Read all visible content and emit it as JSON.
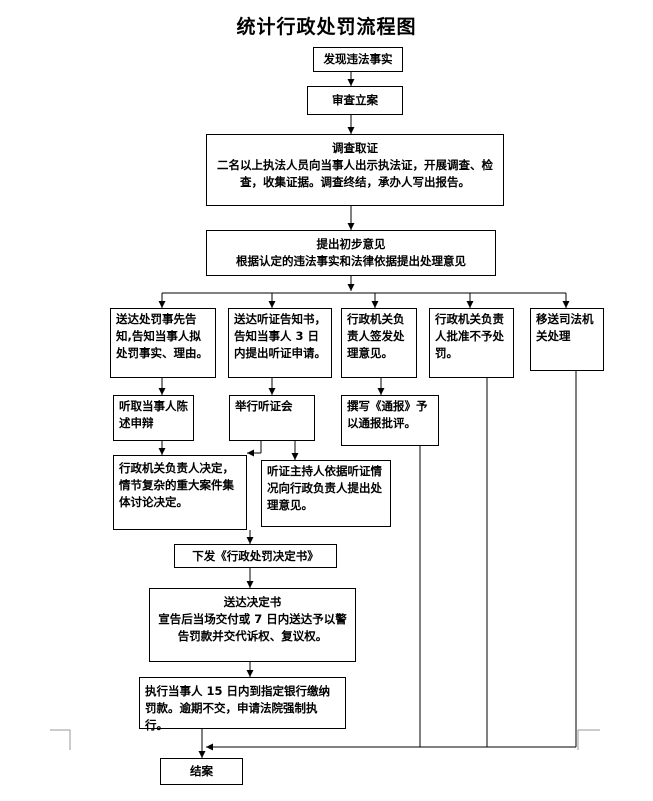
{
  "title": "统计行政处罚流程图",
  "nodes": {
    "discover": "发现违法事实",
    "register": "审查立案",
    "investigate": {
      "heading": "调查取证",
      "body": "二名以上执法人员向当事人出示执法证，开展调查、检查，收集证据。调查终结，承办人写出报告。"
    },
    "opinion": {
      "heading": "提出初步意见",
      "body": "根据认定的违法事实和法律依据提出处理意见"
    },
    "branch_notify": "送达处罚事先告知,告知当事人拟处罚事实、理由。",
    "branch_hearing_notice": "送达听证告知书，告知当事人 3 日内提出听证申请。",
    "branch_head_sign": "行政机关负责人签发处理意见。",
    "branch_no_penalty": "行政机关负责人批准不予处罚。",
    "branch_judicial": "移送司法机关处理",
    "hear_defense": "听取当事人陈述申辩",
    "hold_hearing": "举行听证会",
    "write_notice": "撰写《通报》予以通报批评。",
    "collective_decision": "行政机关负责人决定，情节复杂的重大案件集体讨论决定。",
    "host_opinion": "听证主持人依据听证情况向行政负责人提出处理意见。",
    "issue_decision": "下发《行政处罚决定书》",
    "deliver": {
      "heading": "送达决定书",
      "body": "宣告后当场交付或 7 日内送达予以警告罚款并交代诉权、复议权。"
    },
    "execute": "执行当事人 15 日内到指定银行缴纳罚款。逾期不交，申请法院强制执行。",
    "close": "结案"
  }
}
